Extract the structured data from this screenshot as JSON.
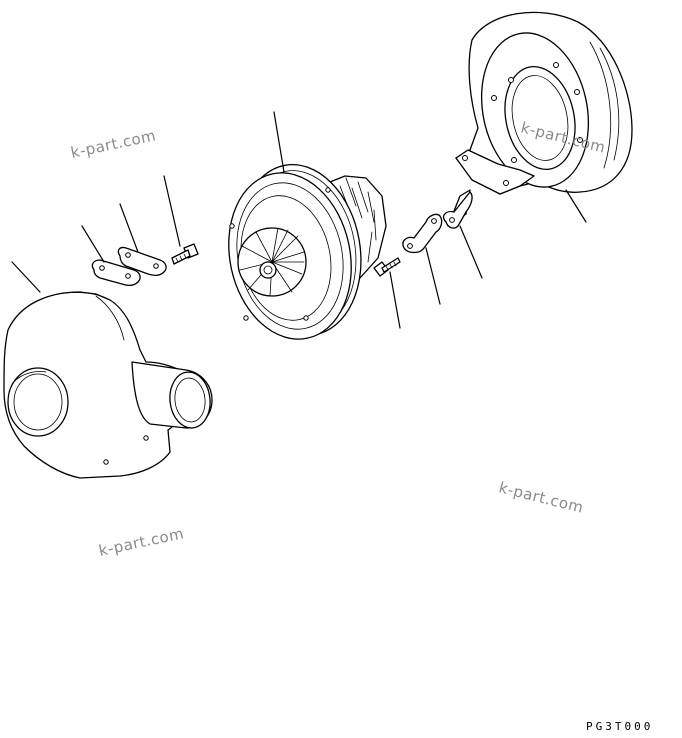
{
  "watermarks": [
    "k-part.com",
    "k-part.com",
    "k-part.com",
    "k-part.com"
  ],
  "drawing_code": "PG3T000"
}
